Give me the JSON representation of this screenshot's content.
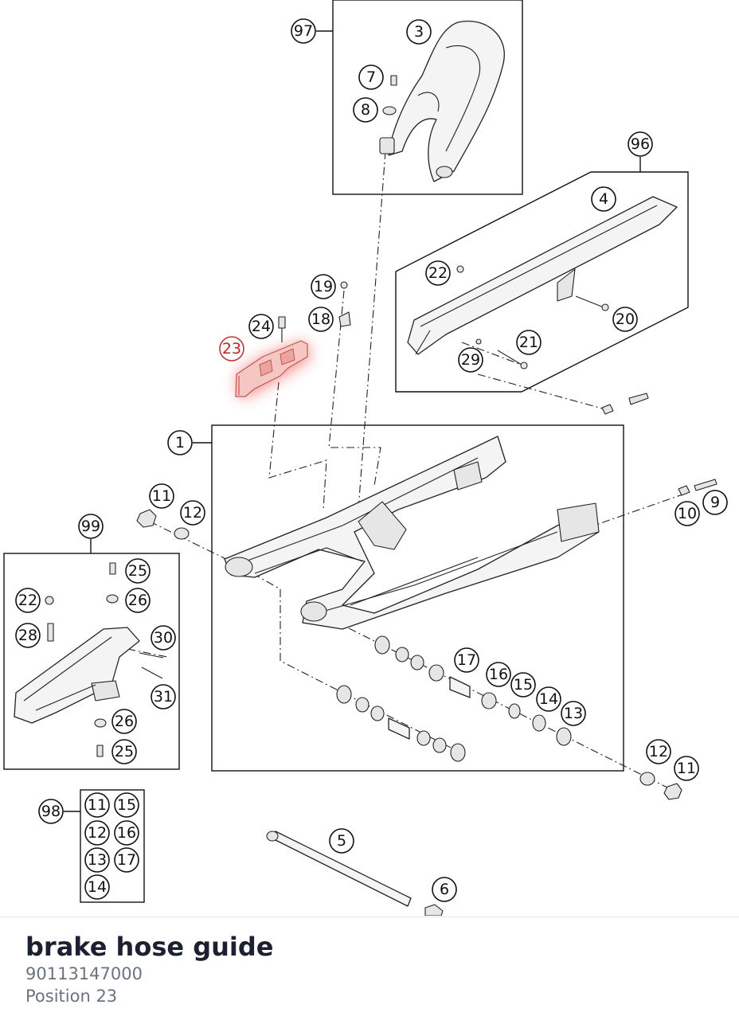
{
  "diagram": {
    "callouts": [
      {
        "id": "c97",
        "label": "97"
      },
      {
        "id": "c3",
        "label": "3"
      },
      {
        "id": "c7",
        "label": "7"
      },
      {
        "id": "c8",
        "label": "8"
      },
      {
        "id": "c96",
        "label": "96"
      },
      {
        "id": "c4",
        "label": "4"
      },
      {
        "id": "c22a",
        "label": "22"
      },
      {
        "id": "c20",
        "label": "20"
      },
      {
        "id": "c21",
        "label": "21"
      },
      {
        "id": "c29",
        "label": "29"
      },
      {
        "id": "c19",
        "label": "19"
      },
      {
        "id": "c18",
        "label": "18"
      },
      {
        "id": "c24",
        "label": "24"
      },
      {
        "id": "c23",
        "label": "23"
      },
      {
        "id": "c1",
        "label": "1"
      },
      {
        "id": "c11a",
        "label": "11"
      },
      {
        "id": "c12a",
        "label": "12"
      },
      {
        "id": "c99",
        "label": "99"
      },
      {
        "id": "c25a",
        "label": "25"
      },
      {
        "id": "c22b",
        "label": "22"
      },
      {
        "id": "c26a",
        "label": "26"
      },
      {
        "id": "c28",
        "label": "28"
      },
      {
        "id": "c30",
        "label": "30"
      },
      {
        "id": "c31",
        "label": "31"
      },
      {
        "id": "c26b",
        "label": "26"
      },
      {
        "id": "c25b",
        "label": "25"
      },
      {
        "id": "c10",
        "label": "10"
      },
      {
        "id": "c9",
        "label": "9"
      },
      {
        "id": "c17",
        "label": "17"
      },
      {
        "id": "c16",
        "label": "16"
      },
      {
        "id": "c15",
        "label": "15"
      },
      {
        "id": "c14",
        "label": "14"
      },
      {
        "id": "c13",
        "label": "13"
      },
      {
        "id": "c12b",
        "label": "12"
      },
      {
        "id": "c11b",
        "label": "11"
      },
      {
        "id": "c98",
        "label": "98"
      },
      {
        "id": "k11",
        "label": "11"
      },
      {
        "id": "k15",
        "label": "15"
      },
      {
        "id": "k12",
        "label": "12"
      },
      {
        "id": "k16",
        "label": "16"
      },
      {
        "id": "k13",
        "label": "13"
      },
      {
        "id": "k17",
        "label": "17"
      },
      {
        "id": "k14",
        "label": "14"
      },
      {
        "id": "c5",
        "label": "5"
      },
      {
        "id": "c6",
        "label": "6"
      }
    ],
    "highlighted_position": "23",
    "highlight_color": "#e53935"
  },
  "selection": {
    "name": "brake hose guide",
    "number": "90113147000",
    "position": "Position 23"
  }
}
